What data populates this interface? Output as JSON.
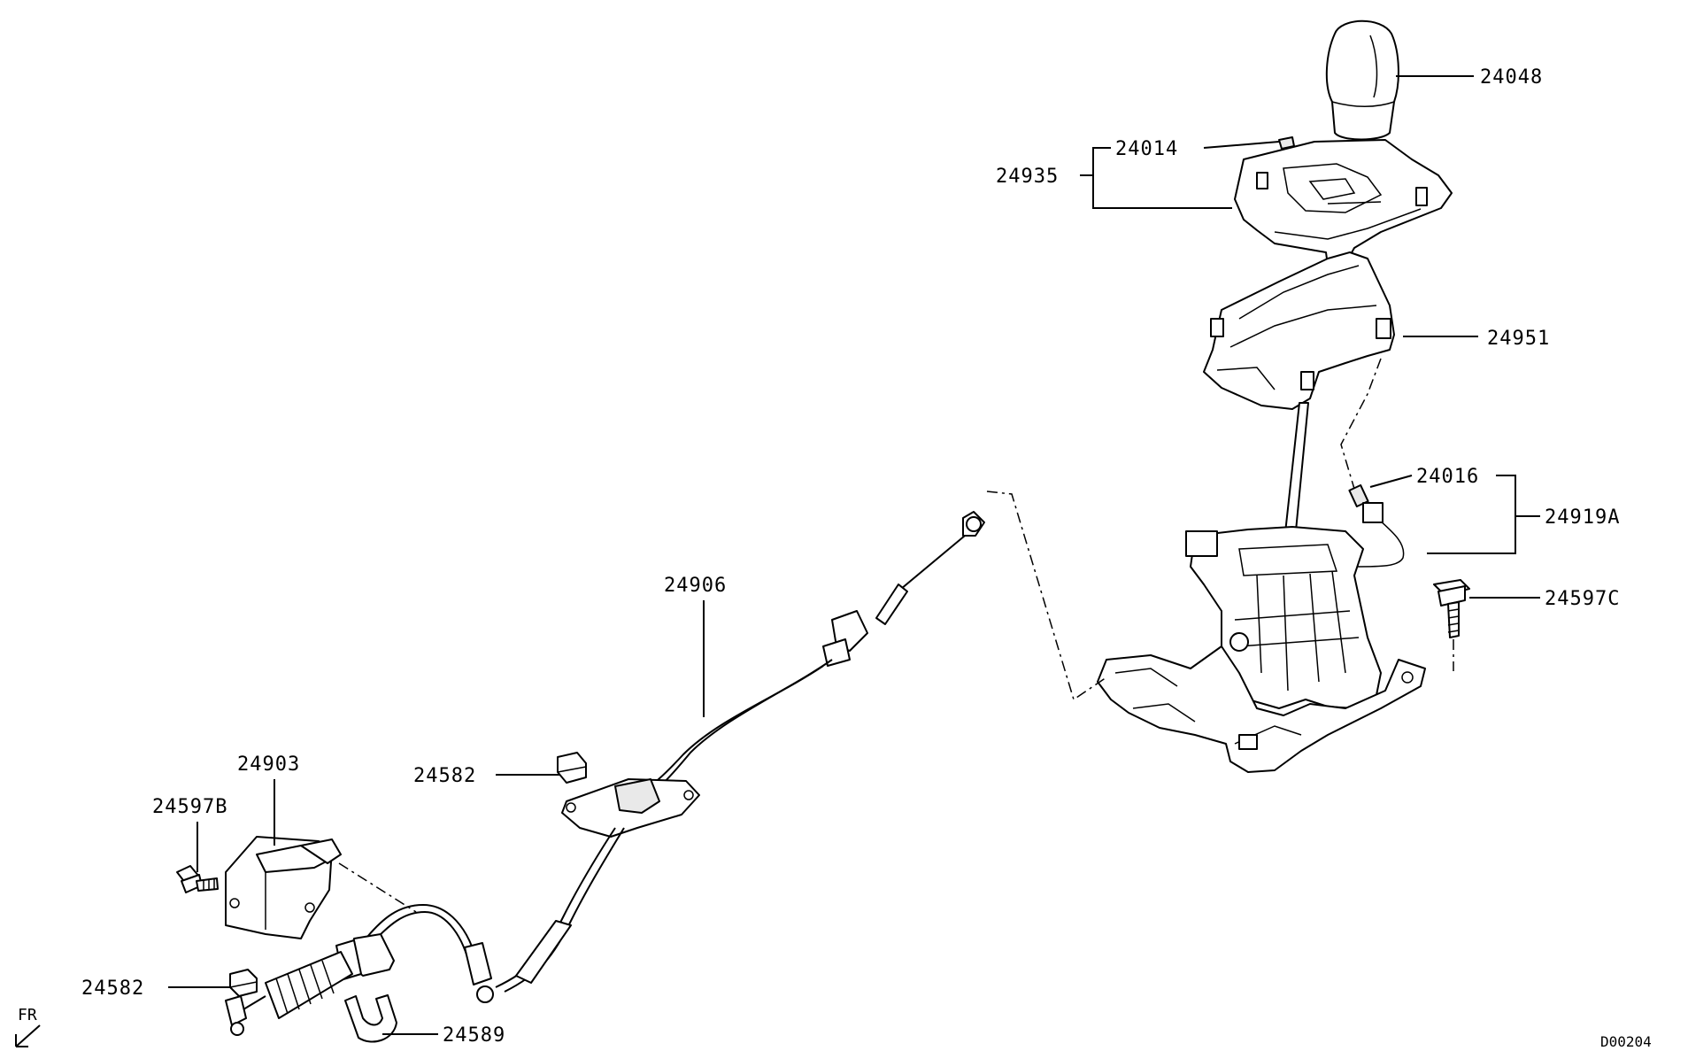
{
  "callouts": {
    "p24048": "24048",
    "p24014": "24014",
    "p24935": "24935",
    "p24951": "24951",
    "p24016": "24016",
    "p24919A": "24919A",
    "p24597C": "24597C",
    "p24906": "24906",
    "p24582_upper": "24582",
    "p24903": "24903",
    "p24597B": "24597B",
    "p24582_lower": "24582",
    "p24589": "24589"
  },
  "direction_label": "FR",
  "diagram_code": "D00204"
}
